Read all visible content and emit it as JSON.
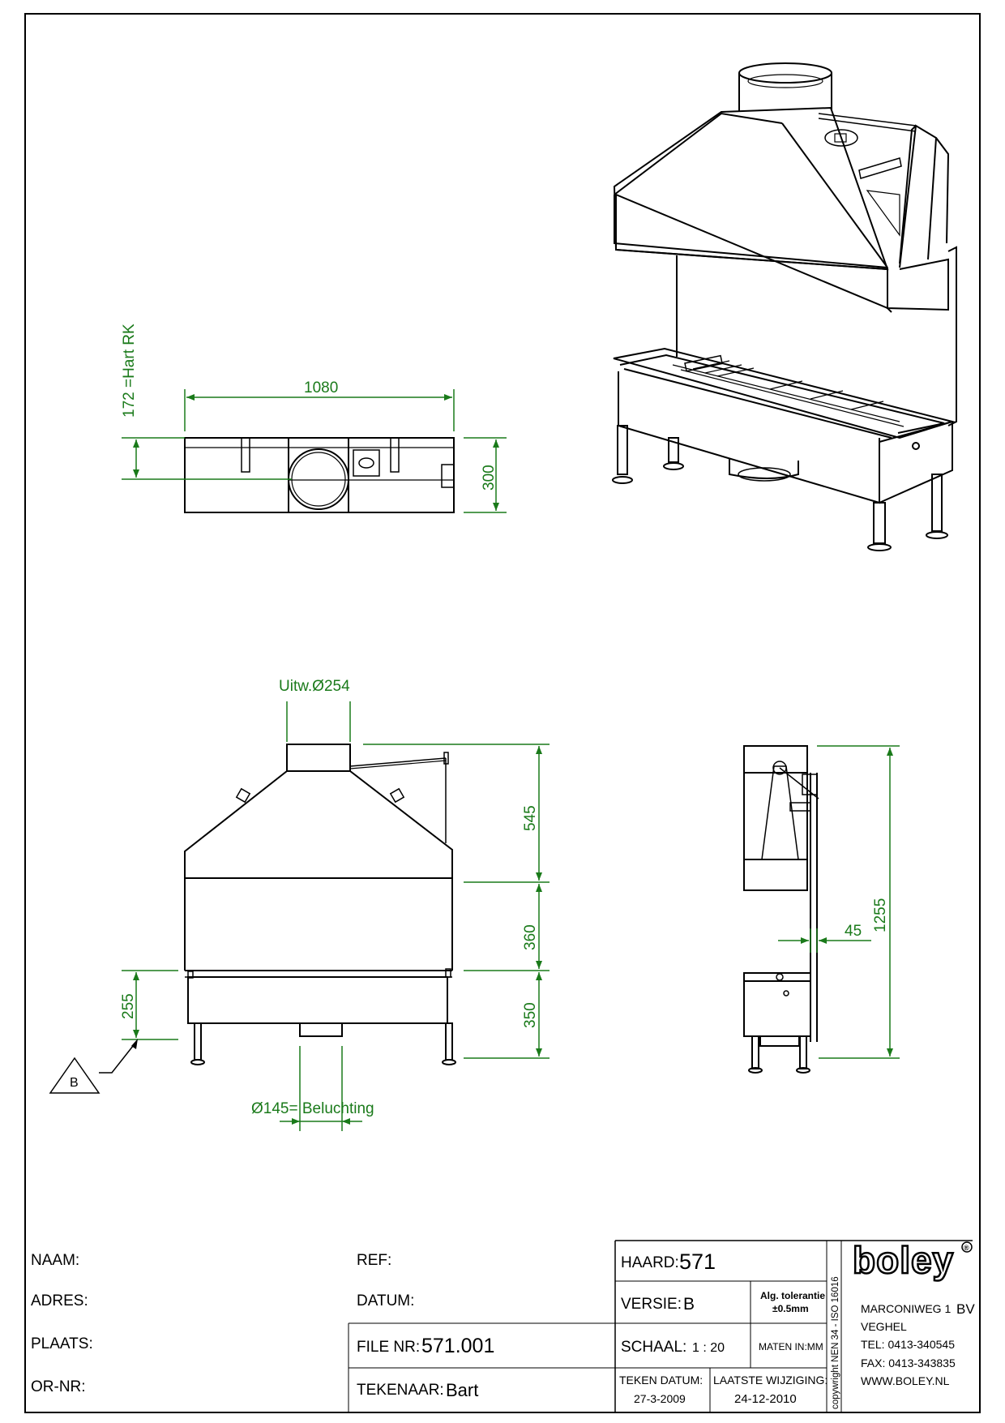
{
  "dimensions": {
    "top_width": "1080",
    "top_depth": "300",
    "top_center_offset": "172 =Hart RK",
    "outlet": "Uitw.Ø254",
    "ventilation": "Ø145= Beluchting",
    "hood_height": "545",
    "glass_height": "360",
    "base_height": "350",
    "floor_height": "255",
    "total_height": "1255",
    "side_offset": "45",
    "view_marker": "B"
  },
  "title_block": {
    "naam": "NAAM:",
    "adres": "ADRES:",
    "plaats": "PLAATS:",
    "or_nr": "OR-NR:",
    "ref": "REF:",
    "datum": "DATUM:",
    "file_nr_label": "FILE NR:",
    "file_nr_value": "571.001",
    "tekenaar_label": "TEKENAAR:",
    "tekenaar_value": "Bart",
    "haard_label": "HAARD:",
    "haard_value": "571",
    "versie_label": "VERSIE:",
    "versie_value": "B",
    "schaal_label": "SCHAAL:",
    "schaal_value": "1 : 20",
    "tolerance_line1": "Alg. tolerantie",
    "tolerance_line2": "±0.5mm",
    "maten": "MATEN IN:MM",
    "teken_datum_label": "TEKEN DATUM:",
    "teken_datum_value": "27-3-2009",
    "laatste_label": "LAATSTE WIJZIGING:",
    "laatste_value": "24-12-2010",
    "copyright": "copywright NEN 34 - ISO 16016"
  },
  "company": {
    "logo": "boley",
    "registered": "®",
    "address": "MARCONIWEG 1",
    "bv": "BV",
    "city": "VEGHEL",
    "tel": "TEL: 0413-340545",
    "fax": "FAX: 0413-343835",
    "web": "WWW.BOLEY.NL"
  },
  "colors": {
    "dimension": "#1a7a1a",
    "lines": "#000000"
  }
}
